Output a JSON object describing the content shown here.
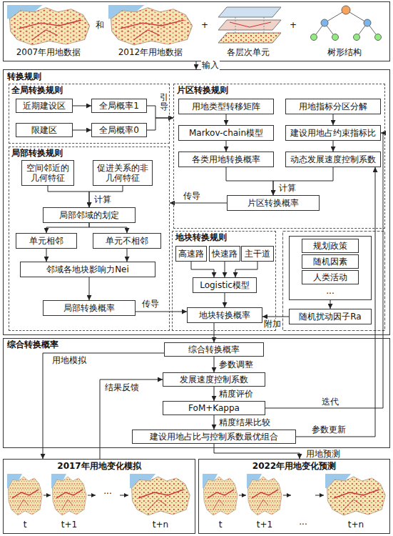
{
  "diagram": {
    "nodes": [
      {
        "text": [
          "和",
          "+",
          "+"
        ]
      },
      {
        "text": [
          "2007年用地数据"
        ],
        "in": 0
      },
      {
        "text": [
          "2012年用地数据"
        ],
        "in": 0
      },
      {
        "text": [
          "各层次单元"
        ],
        "in": 0
      },
      {
        "text": [
          "树形结构"
        ],
        "in": 0
      },
      {
        "text": [
          "转换规则"
        ]
      },
      {
        "text": [
          "全局转换规则"
        ],
        "in": 5
      },
      {
        "text": [
          "近期建设区"
        ],
        "in": 6
      },
      {
        "text": [
          "全局概率1"
        ],
        "in": 6
      },
      {
        "text": [
          "限建区"
        ],
        "in": 6
      },
      {
        "text": [
          "全局概率0"
        ],
        "in": 6
      },
      {
        "text": [
          "片区转换规则"
        ],
        "in": 5
      },
      {
        "text": [
          "用地类型转移矩阵"
        ],
        "in": 11
      },
      {
        "text": [
          "用地指标分区分解"
        ],
        "in": 11
      },
      {
        "text": [
          "Markov-chain模型"
        ],
        "in": 11
      },
      {
        "text": [
          "建设用地占约束指标比"
        ],
        "in": 11
      },
      {
        "text": [
          "各类用地转换概率"
        ],
        "in": 11
      },
      {
        "text": [
          "动态发展速度控制系数"
        ],
        "in": 11
      },
      {
        "text": [
          "片区转换概率"
        ],
        "in": 11
      },
      {
        "text": [
          "局部转换规则"
        ],
        "in": 5
      },
      {
        "text": [
          "空间邻近的几何特征"
        ],
        "in": 19
      },
      {
        "text": [
          "促进关系的非几何特征"
        ],
        "in": 19
      },
      {
        "text": [
          "局部邻域的划定"
        ],
        "in": 19
      },
      {
        "text": [
          "单元相邻"
        ],
        "in": 19
      },
      {
        "text": [
          "单元不相邻"
        ],
        "in": 19
      },
      {
        "text": [
          "邻域各地块影响力Nei"
        ],
        "in": 19
      },
      {
        "text": [
          "局部转换概率"
        ],
        "in": 19
      },
      {
        "text": [
          "地块转换规则"
        ],
        "in": 5
      },
      {
        "text": [
          "高速路"
        ],
        "in": 27
      },
      {
        "text": [
          "快速路"
        ],
        "in": 27
      },
      {
        "text": [
          "主干道"
        ],
        "in": 27
      },
      {
        "text": [
          "Logistic模型"
        ],
        "in": 27
      },
      {
        "text": [
          "地块转换概率"
        ],
        "in": 27
      },
      {
        "text": [
          "..."
        ],
        "in": 5
      },
      {
        "text": [
          "规划政策"
        ],
        "in": 33
      },
      {
        "text": [
          "随机因素"
        ],
        "in": 33
      },
      {
        "text": [
          "人类活动"
        ],
        "in": 33
      },
      {
        "text": [
          "随机扰动因子Ra"
        ],
        "in": 5
      },
      {
        "text": [
          "综合转换概率"
        ]
      },
      {
        "text": [
          "综合转换概率"
        ],
        "in": 38
      },
      {
        "text": [
          "发展速度控制系数"
        ],
        "in": 38
      },
      {
        "text": [
          "FoM+Kappa"
        ],
        "in": 38
      },
      {
        "text": [
          "建设用地占比与控制系数最优组合"
        ],
        "in": 38
      },
      {
        "text": [
          "2017年用地变化模拟",
          "t",
          "t+1",
          "···",
          "t+n"
        ]
      },
      {
        "text": [
          "2022年用地变化预测",
          "t",
          "t+1",
          "···",
          "t+n"
        ]
      }
    ],
    "edges": [
      {
        "from": 0,
        "to": 5,
        "label": "输入",
        "arrow": "to"
      },
      {
        "from": 7,
        "to": 8,
        "arrow": "to"
      },
      {
        "from": 9,
        "to": 10,
        "arrow": "to"
      },
      {
        "from": 8,
        "to": 11,
        "label": "引导",
        "arrow": "to"
      },
      {
        "from": 10,
        "to": 11,
        "arrow": "to"
      },
      {
        "from": 12,
        "to": 14,
        "arrow": "to"
      },
      {
        "from": 14,
        "to": 16,
        "arrow": "to"
      },
      {
        "from": 13,
        "to": 15,
        "arrow": "to"
      },
      {
        "from": 15,
        "to": 17,
        "arrow": "to"
      },
      {
        "from": 16,
        "to": 18,
        "label": "计算",
        "arrow": "to"
      },
      {
        "from": 17,
        "to": 18,
        "arrow": "to"
      },
      {
        "from": 18,
        "to": 19,
        "label": "传导",
        "arrow": "to"
      },
      {
        "from": 20,
        "to": 22,
        "label": "计算",
        "arrow": "to"
      },
      {
        "from": 21,
        "to": 22,
        "arrow": "to"
      },
      {
        "from": 22,
        "to": 23,
        "arrow": "to"
      },
      {
        "from": 22,
        "to": 24,
        "arrow": "to"
      },
      {
        "from": 23,
        "to": 25,
        "arrow": "to"
      },
      {
        "from": 24,
        "to": 25,
        "arrow": "to"
      },
      {
        "from": 25,
        "to": 26,
        "arrow": "to"
      },
      {
        "from": 26,
        "to": 32,
        "label": "传导",
        "arrow": "to"
      },
      {
        "from": 28,
        "to": 31,
        "arrow": "to"
      },
      {
        "from": 29,
        "to": 31,
        "arrow": "to"
      },
      {
        "from": 30,
        "to": 31,
        "arrow": "to"
      },
      {
        "from": 31,
        "to": 32,
        "arrow": "to"
      },
      {
        "from": 33,
        "to": 37,
        "arrow": "to"
      },
      {
        "from": 37,
        "to": 32,
        "label": "附加",
        "arrow": "to"
      },
      {
        "from": 32,
        "to": 39,
        "arrow": "to"
      },
      {
        "from": 39,
        "to": 40,
        "label": "参数调整",
        "arrow": "to"
      },
      {
        "from": 40,
        "to": 41,
        "label": "精度评价",
        "arrow": "to"
      },
      {
        "from": 41,
        "to": 42,
        "label": "精度结果比较",
        "arrow": "to"
      },
      {
        "from": 41,
        "to": 15,
        "label": "迭代",
        "arrow": "to"
      },
      {
        "from": 42,
        "to": 17,
        "label": "参数更新",
        "arrow": "to"
      },
      {
        "from": 39,
        "to": 43,
        "label": "用地模拟",
        "arrow": "to"
      },
      {
        "from": 43,
        "to": 40,
        "label": "结果反馈",
        "arrow": "to"
      },
      {
        "from": 42,
        "to": 44,
        "label": "用地预测",
        "arrow": "to"
      }
    ]
  }
}
